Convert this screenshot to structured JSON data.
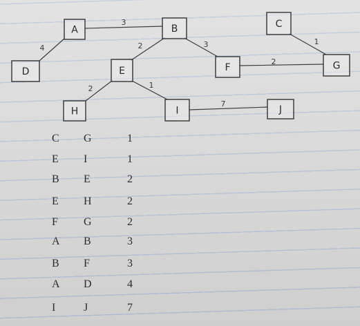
{
  "nodes": [
    {
      "id": "A",
      "label": "A"
    },
    {
      "id": "B",
      "label": "B"
    },
    {
      "id": "C",
      "label": "C"
    },
    {
      "id": "D",
      "label": "D"
    },
    {
      "id": "E",
      "label": "E"
    },
    {
      "id": "F",
      "label": "F"
    },
    {
      "id": "G",
      "label": "G"
    },
    {
      "id": "H",
      "label": "H"
    },
    {
      "id": "I",
      "label": "I"
    },
    {
      "id": "J",
      "label": "J"
    }
  ],
  "edges": [
    {
      "from": "A",
      "to": "B",
      "weight": "3"
    },
    {
      "from": "A",
      "to": "D",
      "weight": "4"
    },
    {
      "from": "B",
      "to": "E",
      "weight": "2"
    },
    {
      "from": "B",
      "to": "F",
      "weight": "3"
    },
    {
      "from": "C",
      "to": "G",
      "weight": "1"
    },
    {
      "from": "F",
      "to": "G",
      "weight": "2"
    },
    {
      "from": "E",
      "to": "H",
      "weight": "2"
    },
    {
      "from": "E",
      "to": "I",
      "weight": "1"
    },
    {
      "from": "I",
      "to": "J",
      "weight": "7"
    }
  ],
  "sorted_edges": [
    {
      "from": "C",
      "to": "G",
      "weight": "1"
    },
    {
      "from": "E",
      "to": "I",
      "weight": "1"
    },
    {
      "from": "B",
      "to": "E",
      "weight": "2"
    },
    {
      "from": "E",
      "to": "H",
      "weight": "2"
    },
    {
      "from": "F",
      "to": "G",
      "weight": "2"
    },
    {
      "from": "A",
      "to": "B",
      "weight": "3"
    },
    {
      "from": "B",
      "to": "F",
      "weight": "3"
    },
    {
      "from": "A",
      "to": "D",
      "weight": "4"
    },
    {
      "from": "I",
      "to": "J",
      "weight": "7"
    }
  ]
}
